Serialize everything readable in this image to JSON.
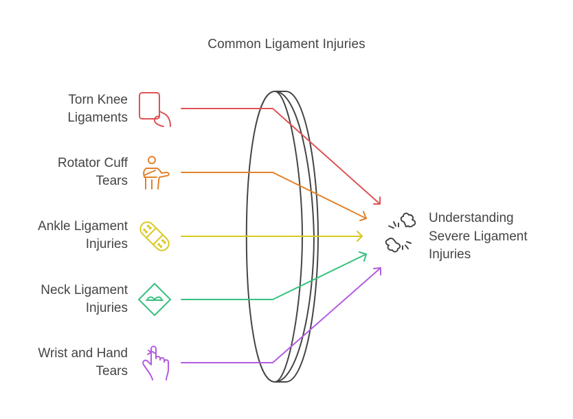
{
  "title": "Common Ligament Injuries",
  "items": [
    {
      "label_line1": "Torn Knee",
      "label_line2": "Ligaments",
      "icon": "hand-holding-card-icon",
      "color": "#e05252"
    },
    {
      "label_line1": "Rotator Cuff",
      "label_line2": "Tears",
      "icon": "person-arm-sling-icon",
      "color": "#e0822b"
    },
    {
      "label_line1": "Ankle Ligament",
      "label_line2": "Injuries",
      "icon": "bandage-icon",
      "color": "#d9c81e"
    },
    {
      "label_line1": "Neck Ligament",
      "label_line2": "Injuries",
      "icon": "warning-sign-icon",
      "color": "#35c07e"
    },
    {
      "label_line1": "Wrist and Hand",
      "label_line2": "Tears",
      "icon": "finger-string-icon",
      "color": "#b25be0"
    }
  ],
  "result": {
    "line1": "Understanding",
    "line2": "Severe Ligament",
    "line3": "Injuries",
    "icon": "broken-bone-icon",
    "color": "#444444"
  },
  "center": {
    "icon": "lens-icon",
    "color": "#444444"
  }
}
